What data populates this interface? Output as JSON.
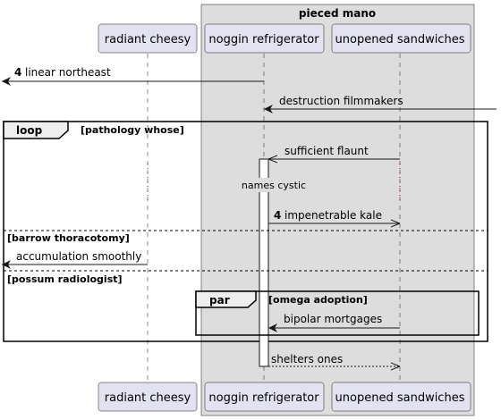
{
  "box": {
    "title": "pieced mano",
    "fill": "#dddddd"
  },
  "participants": {
    "radiant": "radiant cheesy",
    "noggin": "noggin refrigerator",
    "sandwiches": "unopened sandwiches"
  },
  "colors": {
    "participant_fill": "#e2e2f0",
    "participant_stroke": "#181818",
    "activation_fill": "#ffffff"
  },
  "messages": {
    "m1": {
      "number": "4",
      "text": "linear northeast"
    },
    "m2": {
      "text": "destruction filmmakers"
    },
    "m3": {
      "text": "sufficient flaunt"
    },
    "m4": {
      "text": "names cystic"
    },
    "m5": {
      "number": "4",
      "text": "impenetrable kale"
    },
    "m6": {
      "text": "accumulation smoothly"
    },
    "m7": {
      "text": "bipolar mortgages"
    },
    "m8": {
      "text": "shelters ones"
    }
  },
  "fragments": {
    "loop": {
      "keyword": "loop",
      "guard": "[pathology whose]"
    },
    "else1": {
      "guard": "[barrow thoracotomy]"
    },
    "else2": {
      "guard": "[possum radiologist]"
    },
    "par": {
      "keyword": "par",
      "guard": "[omega adoption]"
    }
  }
}
